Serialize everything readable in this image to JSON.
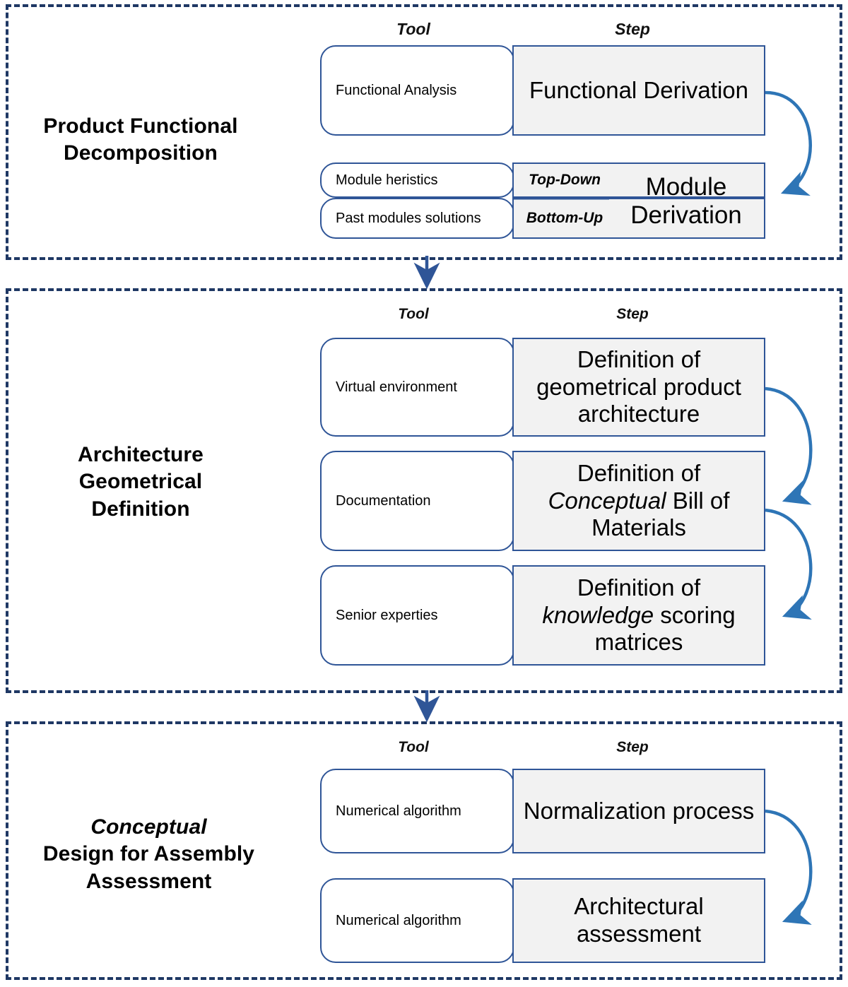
{
  "diagram": {
    "title": "Conceptual Design for Assembly Assessment methodology flow",
    "colors": {
      "panel_border": "#1F3864",
      "box_border": "#2F5597",
      "step_fill": "#F2F2F2",
      "tool_fill": "#FFFFFF",
      "arrow": "#2E75B6"
    },
    "column_headers": {
      "tool": "Tool",
      "step": "Step"
    }
  },
  "phases": [
    {
      "id": "product-functional-decomposition",
      "label_lines": [
        "Product Functional",
        "Decomposition"
      ],
      "label_italic_lines": [],
      "headers": {
        "tool": "Tool",
        "step": "Step"
      },
      "rows": [
        {
          "tool": "Functional Analysis",
          "step": "Functional Derivation",
          "sub": ""
        },
        {
          "tool": "Module heristics",
          "step": "Module Derivation",
          "sub": "Top-Down"
        },
        {
          "tool": "Past modules solutions",
          "step": "Module Derivation",
          "sub": "Bottom-Up"
        }
      ],
      "merged_step_label": "Module Derivation"
    },
    {
      "id": "architecture-geometrical-definition",
      "label_lines": [
        "Architecture",
        "Geometrical",
        "Definition"
      ],
      "label_italic_lines": [],
      "headers": {
        "tool": "Tool",
        "step": "Step"
      },
      "rows": [
        {
          "tool": "Virtual environment",
          "step": "Definition of geometrical product architecture",
          "sub": ""
        },
        {
          "tool": "Documentation",
          "step": "Definition of Conceptual Bill of Materials",
          "step_italic_word": "Conceptual",
          "sub": ""
        },
        {
          "tool": "Senior experties",
          "step": "Definition of knowledge scoring matrices",
          "step_italic_word": "knowledge",
          "sub": ""
        }
      ]
    },
    {
      "id": "conceptual-design-for-assembly-assessment",
      "label_lines": [
        "Design for Assembly",
        "Assessment"
      ],
      "label_italic_lines": [
        "Conceptual"
      ],
      "headers": {
        "tool": "Tool",
        "step": "Step"
      },
      "rows": [
        {
          "tool": "Numerical algorithm",
          "step": "Normalization process",
          "sub": ""
        },
        {
          "tool": "Numerical algorithm",
          "step": "Architectural assessment",
          "sub": ""
        }
      ]
    }
  ],
  "connectors": {
    "between_phase_1_and_2": "down-arrow",
    "between_phase_2_and_3": "down-arrow",
    "loop_arrows": [
      "functional-derivation-to-module-derivation",
      "geometrical-architecture-to-conceptual-bom",
      "conceptual-bom-to-knowledge-matrices",
      "normalization-to-architectural-assessment"
    ]
  }
}
